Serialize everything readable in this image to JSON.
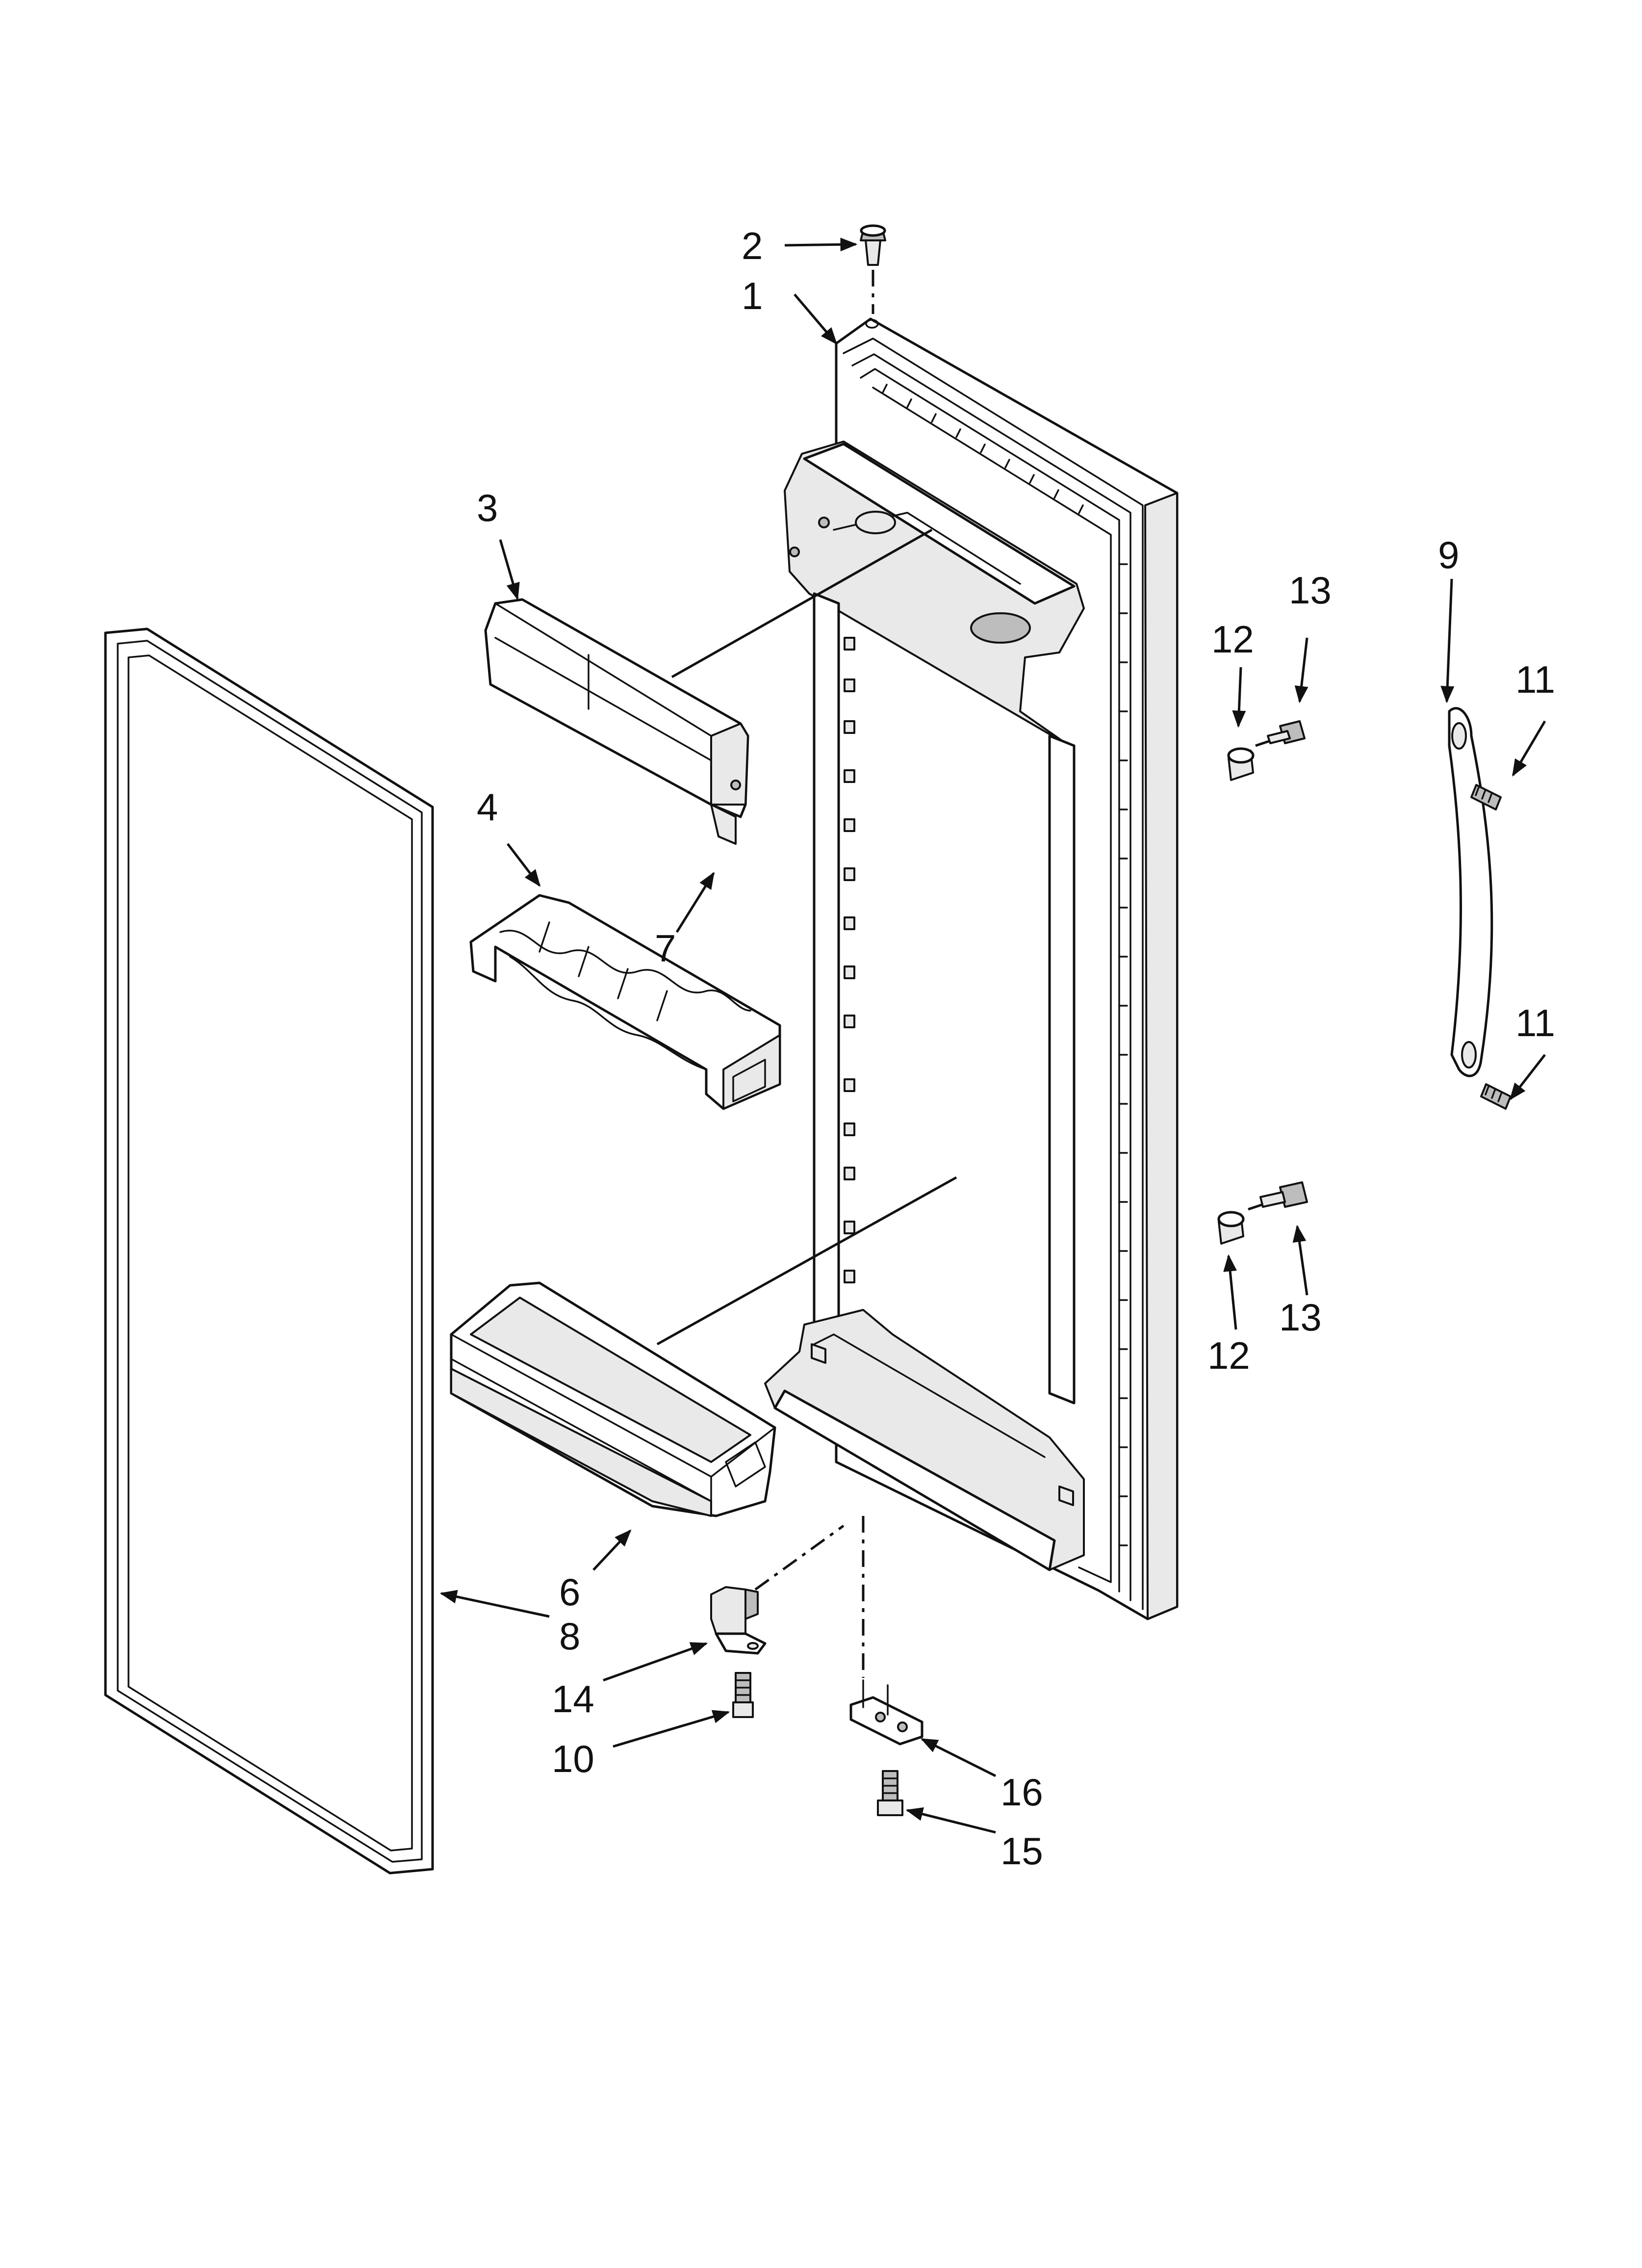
{
  "diagram": {
    "callouts": [
      {
        "id": "c2",
        "text": "2"
      },
      {
        "id": "c1",
        "text": "1"
      },
      {
        "id": "c3",
        "text": "3"
      },
      {
        "id": "c4",
        "text": "4"
      },
      {
        "id": "c7",
        "text": "7"
      },
      {
        "id": "c9",
        "text": "9"
      },
      {
        "id": "c12a",
        "text": "12"
      },
      {
        "id": "c13a",
        "text": "13"
      },
      {
        "id": "c11a",
        "text": "11"
      },
      {
        "id": "c11b",
        "text": "11"
      },
      {
        "id": "c12b",
        "text": "12"
      },
      {
        "id": "c13b",
        "text": "13"
      },
      {
        "id": "c6",
        "text": "6"
      },
      {
        "id": "c8",
        "text": "8"
      },
      {
        "id": "c14",
        "text": "14"
      },
      {
        "id": "c10",
        "text": "10"
      },
      {
        "id": "c16",
        "text": "16"
      },
      {
        "id": "c15",
        "text": "15"
      }
    ]
  },
  "colors": {
    "line": "#111111",
    "background": "#ffffff",
    "shade": "#e9e9e9"
  }
}
